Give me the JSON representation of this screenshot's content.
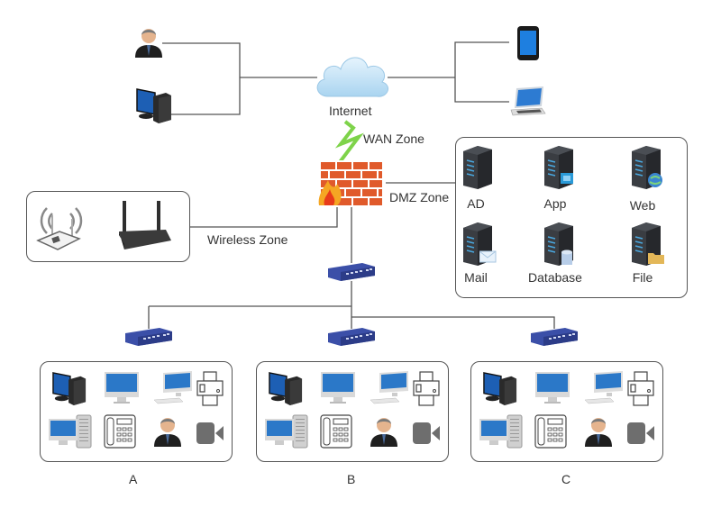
{
  "diagram": {
    "internet_label": "Internet",
    "wan_label": "WAN Zone",
    "dmz_label": "DMZ Zone",
    "wireless_label": "Wireless Zone",
    "servers": [
      {
        "name": "AD",
        "badge": "none"
      },
      {
        "name": "App",
        "badge": "app-icon"
      },
      {
        "name": "Web",
        "badge": "globe-icon"
      },
      {
        "name": "Mail",
        "badge": "envelope-icon"
      },
      {
        "name": "Database",
        "badge": "database-icon"
      },
      {
        "name": "File",
        "badge": "folder-icon"
      }
    ],
    "groups": [
      {
        "label": "A"
      },
      {
        "label": "B"
      },
      {
        "label": "C"
      }
    ],
    "group_devices": [
      "desktop-pc",
      "imac",
      "imac-keyboard",
      "printer",
      "mac-pro",
      "ip-phone",
      "user",
      "video-camera"
    ],
    "remote_left": [
      "user",
      "desktop-pc"
    ],
    "remote_right": [
      "tablet",
      "laptop"
    ],
    "colors": {
      "cloud": "#bfe0f5",
      "firewall": "#e05a2b",
      "wan_link": "#7ed34a",
      "switch": "#3b4fa8",
      "server": "#2f3236",
      "line": "#555555"
    }
  }
}
